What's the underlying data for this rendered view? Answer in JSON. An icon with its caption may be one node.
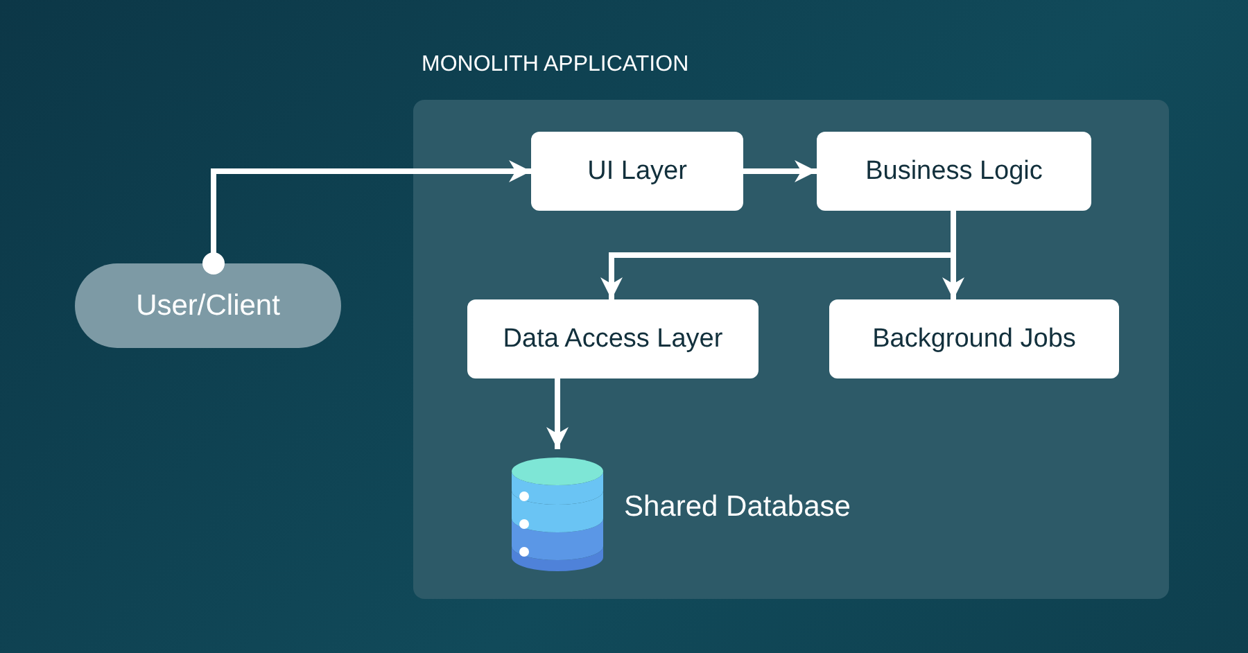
{
  "diagram": {
    "nodes": [
      {
        "text": [
          "MONOLITH APPLICATION"
        ]
      },
      {
        "text": [
          "User/Client"
        ]
      },
      {
        "text": [
          "UI Layer"
        ],
        "in": 0
      },
      {
        "text": [
          "Business Logic"
        ],
        "in": 0
      },
      {
        "text": [
          "Data Access Layer"
        ],
        "in": 0
      },
      {
        "text": [
          "Background Jobs"
        ],
        "in": 0
      },
      {
        "text": [],
        "shape": "cylinder",
        "beside": [
          "Shared Database"
        ],
        "in": 0
      }
    ],
    "edges": [
      {
        "from": 1,
        "to": 2,
        "arrow": "to"
      },
      {
        "from": 2,
        "to": 3,
        "arrow": "to"
      },
      {
        "from": 3,
        "to": 4,
        "arrow": "to"
      },
      {
        "from": 3,
        "to": 5,
        "arrow": "to"
      },
      {
        "from": 4,
        "to": 6,
        "arrow": "to"
      }
    ]
  }
}
